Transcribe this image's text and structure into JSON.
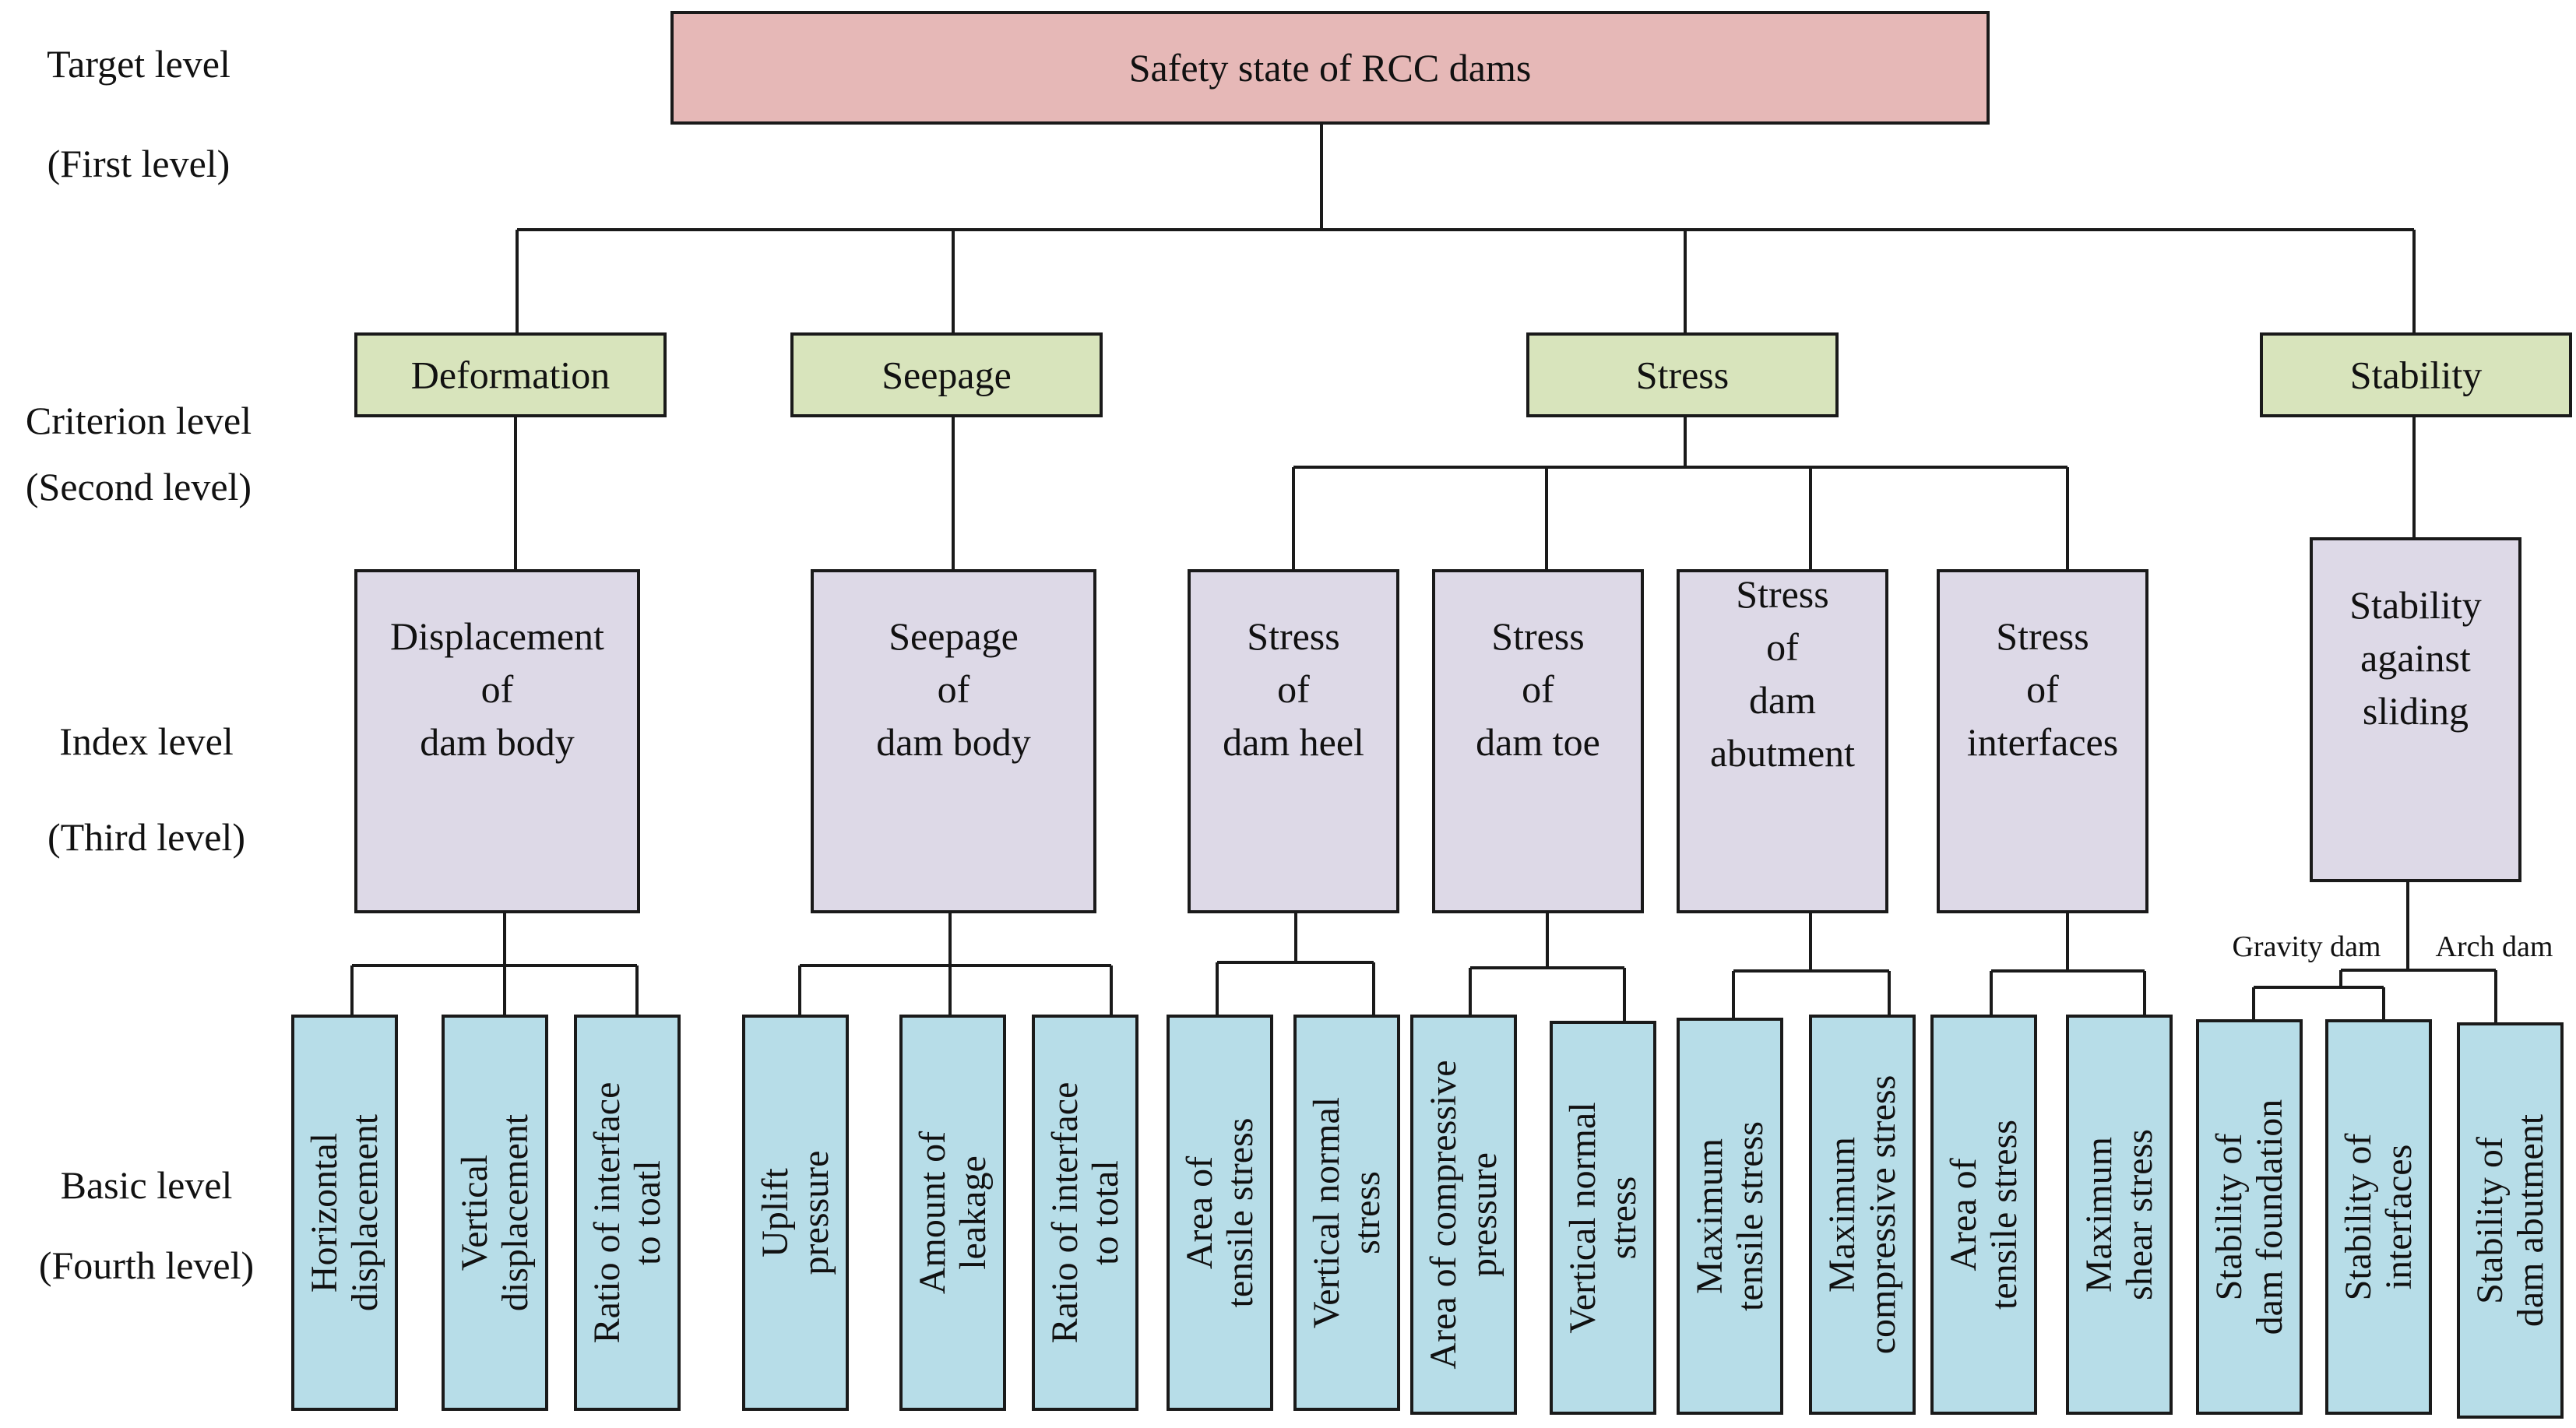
{
  "colors": {
    "target_fill": "#e6b8b7",
    "criterion_fill": "#d8e4bc",
    "index_fill": "#ddd9e7",
    "basic_fill": "#b7dde8",
    "stroke": "#1a1a1a"
  },
  "levels": [
    {
      "name": "Target level",
      "sub": "(First level)"
    },
    {
      "name": "Criterion level",
      "sub": "(Second level)"
    },
    {
      "name": "Index level",
      "sub": "(Third level)"
    },
    {
      "name": "Basic level",
      "sub": "(Fourth level)"
    }
  ],
  "target": "Safety state of RCC dams",
  "criteria": [
    {
      "id": "deformation",
      "label": "Deformation"
    },
    {
      "id": "seepage",
      "label": "Seepage"
    },
    {
      "id": "stress",
      "label": "Stress"
    },
    {
      "id": "stability",
      "label": "Stability"
    }
  ],
  "indexes": [
    {
      "id": "displacement",
      "parent": "deformation",
      "lines": [
        "Displacement",
        "of",
        "dam body"
      ]
    },
    {
      "id": "seepage-body",
      "parent": "seepage",
      "lines": [
        "Seepage",
        "of",
        "dam body"
      ]
    },
    {
      "id": "heel",
      "parent": "stress",
      "lines": [
        "Stress",
        "of",
        "dam heel"
      ]
    },
    {
      "id": "toe",
      "parent": "stress",
      "lines": [
        "Stress",
        "of",
        "dam toe"
      ]
    },
    {
      "id": "abutment",
      "parent": "stress",
      "lines": [
        "Stress",
        "of",
        "dam",
        "abutment"
      ]
    },
    {
      "id": "interfaces",
      "parent": "stress",
      "lines": [
        "Stress",
        "of",
        "interfaces"
      ]
    },
    {
      "id": "sliding",
      "parent": "stability",
      "lines": [
        "Stability",
        "against",
        "sliding"
      ]
    }
  ],
  "branch_labels": {
    "gravity": "Gravity dam",
    "arch": "Arch dam"
  },
  "basics": [
    {
      "parent": "displacement",
      "lines": [
        "Horizontal",
        "displacement"
      ]
    },
    {
      "parent": "displacement",
      "lines": [
        "Vertical",
        "displacement"
      ]
    },
    {
      "parent": "displacement",
      "lines": [
        "Ratio of interface",
        "to toatl"
      ]
    },
    {
      "parent": "seepage-body",
      "lines": [
        "Uplift",
        "pressure"
      ]
    },
    {
      "parent": "seepage-body",
      "lines": [
        "Amount of",
        "leakage"
      ]
    },
    {
      "parent": "seepage-body",
      "lines": [
        "Ratio of interface",
        "to total"
      ]
    },
    {
      "parent": "heel",
      "lines": [
        "Area of",
        "tensile stress"
      ]
    },
    {
      "parent": "heel",
      "lines": [
        "Vertical normal",
        "stress"
      ]
    },
    {
      "parent": "toe",
      "lines": [
        "Area of compressive",
        "pressure"
      ]
    },
    {
      "parent": "toe",
      "lines": [
        "Vertical normal",
        "stress"
      ]
    },
    {
      "parent": "abutment",
      "lines": [
        "Maximum",
        "tensile stress"
      ]
    },
    {
      "parent": "abutment",
      "lines": [
        "Maximum",
        "compressive stress"
      ]
    },
    {
      "parent": "interfaces",
      "lines": [
        "Area of",
        "tensile stress"
      ]
    },
    {
      "parent": "interfaces",
      "lines": [
        "Maximum",
        "shear stress"
      ]
    },
    {
      "parent": "sliding",
      "branch": "gravity",
      "lines": [
        "Stability of",
        "dam foundation"
      ]
    },
    {
      "parent": "sliding",
      "branch": "gravity",
      "lines": [
        "Stability of",
        "interfaces"
      ]
    },
    {
      "parent": "sliding",
      "branch": "arch",
      "lines": [
        "Stability of",
        "dam abutment"
      ]
    }
  ]
}
